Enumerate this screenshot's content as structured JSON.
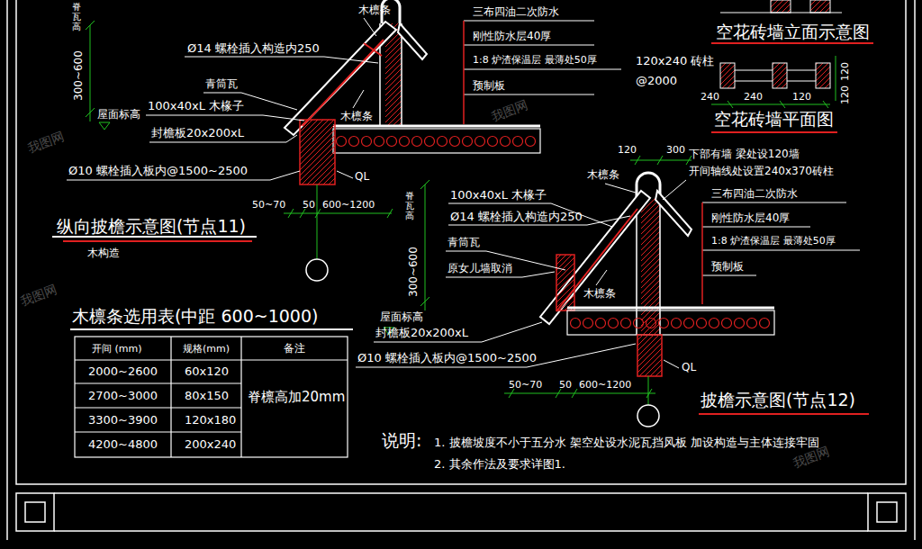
{
  "diagram": {
    "labels": [
      "脊瓦高",
      "300~600",
      "木檩条",
      "三布四油二次防水",
      "Ø14 螺栓插入构造内250",
      "刚性防水层40厚",
      "1:8 炉渣保温层 最薄处50厚",
      "预制板",
      "120x240 砖柱",
      "@2000",
      "空花砖墙立面示意图",
      "空花砖墙平面图",
      "240",
      "240",
      "120",
      "120",
      "120",
      "青筒瓦",
      "木檩条",
      "屋面标高",
      "100x40xL 木椽子",
      "封檐板20x200xL",
      "Ø10 螺栓插入板内@1500~2500",
      "QL",
      "50~70",
      "50",
      "600~1200",
      "脊瓦高",
      "纵向披檐示意图(节点11)",
      "木构造",
      "120",
      "300",
      "下部有墙 梁处设120墙",
      "开间轴线处设置240x370砖柱",
      "木檩条",
      "三布四油二次防水",
      "100x40xL 木椽子",
      "Ø14 螺栓插入构造内250",
      "刚性防水层40厚",
      "1:8 炉渣保温层 最薄处50厚",
      "300~600",
      "青筒瓦",
      "预制板",
      "原女儿墙取消",
      "木檩条",
      "屋面标高",
      "封檐板20x200xL",
      "Ø10 螺栓插入板内@1500~2500",
      "QL",
      "50~70",
      "50",
      "600~1200",
      "披檐示意图(节点12)",
      "木檩条选用表(中距 600~1000)",
      "开间 (mm)",
      "规格(mm)",
      "备注",
      "2000~2600",
      "60x120",
      "2700~3000",
      "80x150",
      "3300~3900",
      "120x180",
      "4200~4800",
      "200x240",
      "脊檩高加20mm",
      "说明:",
      "1. 披檐坡度不小于五分水 架空处设水泥瓦挡风板 加设构造与主体连接牢固",
      "2. 其余作法及要求详图1.",
      "我图网",
      "我图网",
      "我图网",
      "我图网"
    ]
  }
}
